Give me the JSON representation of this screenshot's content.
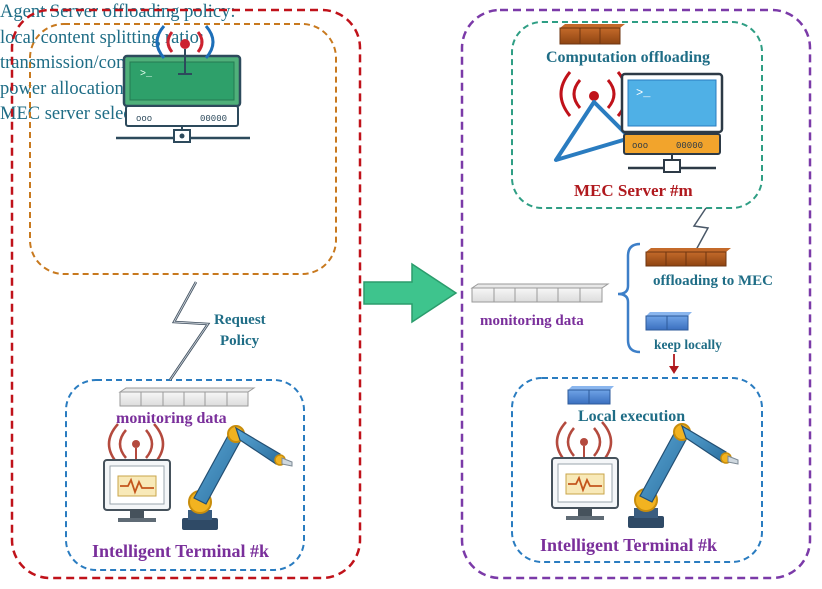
{
  "left_panel": {
    "agent_server": {
      "policy_lines": [
        "Agent Server offloading policy:",
        "local content splitting ratio;",
        "transmission/computation",
        "power allocation;",
        "MEC server selection."
      ]
    },
    "link_label_lines": [
      "Request",
      "Policy"
    ],
    "terminal": {
      "monitoring_label": "monitoring data",
      "title": "Intelligent Terminal #k"
    }
  },
  "right_panel": {
    "mec": {
      "computation_label": "Computation offloading",
      "title": "MEC Server #m"
    },
    "monitoring_label": "monitoring data",
    "offloading_label": "offloading to MEC",
    "keep_label": "keep locally",
    "terminal": {
      "local_label": "Local execution",
      "title": "Intelligent Terminal #k"
    }
  },
  "colors": {
    "left_border": "#c0121a",
    "right_border": "#7b3aa8",
    "agent_box_border": "#c8791e",
    "mec_box_border": "#2e9e84",
    "terminal_box_border": "#2a7cc0",
    "arrow_fill": "#3ec48d",
    "brick": "#a8541a",
    "blue_block": "#4a86d4"
  }
}
